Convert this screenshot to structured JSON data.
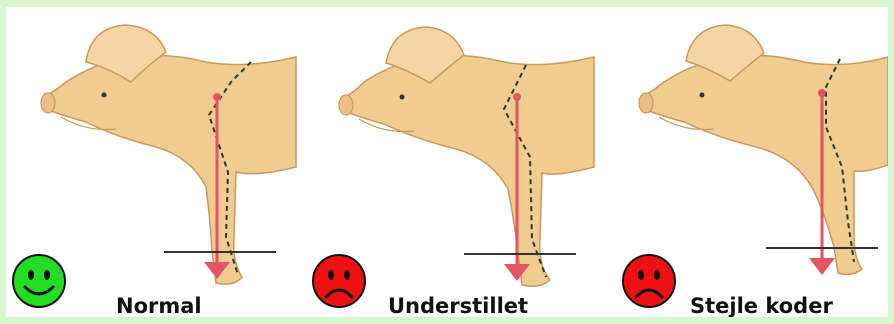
{
  "panels": [
    {
      "label": "Normal",
      "mood": "happy",
      "face_color": "#22dd22",
      "stance": "normal"
    },
    {
      "label": "Understillet",
      "mood": "sad",
      "face_color": "#ee1111",
      "stance": "understillet"
    },
    {
      "label": "Stejle koder",
      "mood": "sad",
      "face_color": "#ee1111",
      "stance": "stejle"
    }
  ],
  "colors": {
    "pig": "#f1cc92",
    "pig_shade": "#c99a5c",
    "plumb_line": "#e25561",
    "ground": "#333333",
    "dash": "#2a3b2a",
    "border": "#d6f7cf"
  }
}
